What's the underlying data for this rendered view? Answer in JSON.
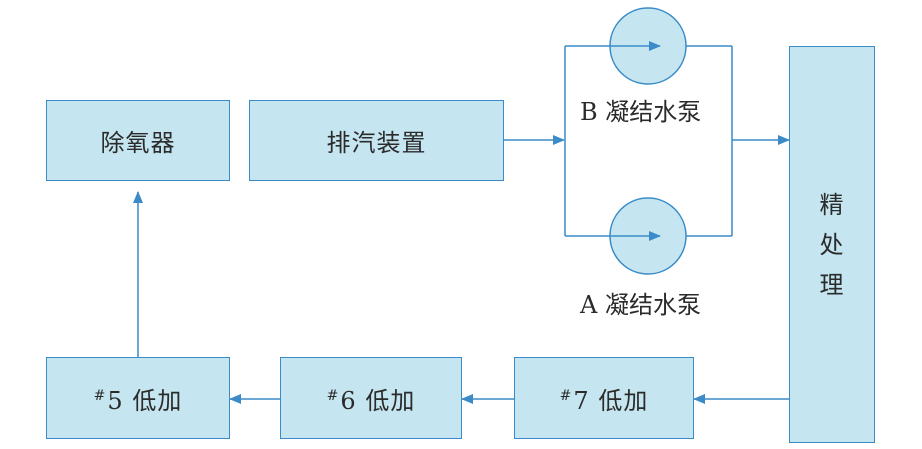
{
  "nodes": {
    "deaerator": "除氧器",
    "exhaust_device": "排汽装置",
    "pump_b": "B 凝结水泵",
    "pump_a": "A 凝结水泵",
    "polishing": [
      "精",
      "处",
      "理"
    ],
    "lp_heater_5": {
      "num": "5",
      "text": "低加",
      "mark": "#"
    },
    "lp_heater_6": {
      "num": "6",
      "text": "低加",
      "mark": "#"
    },
    "lp_heater_7": {
      "num": "7",
      "text": "低加",
      "mark": "#"
    }
  },
  "colors": {
    "box_fill": "#c5e6f0",
    "box_stroke": "#3a8bc8",
    "line": "#3a8bc8",
    "text": "#2b2b2b"
  }
}
